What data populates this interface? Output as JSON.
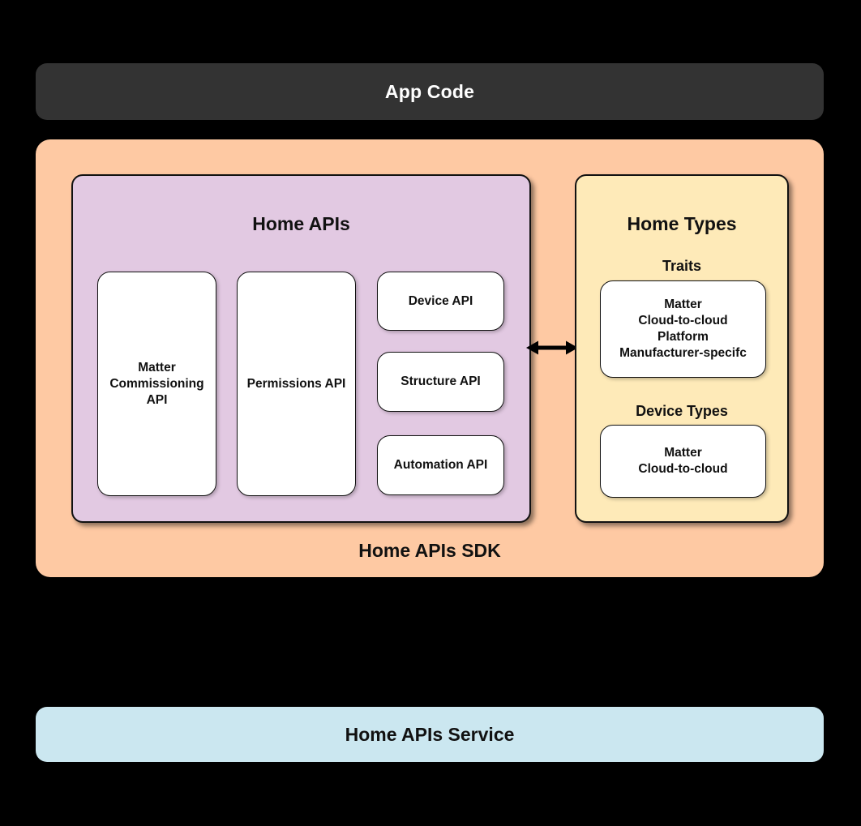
{
  "colors": {
    "background": "#000000",
    "app_code_bar": "#333333",
    "sdk_container": "#fec9a3",
    "home_apis_box": "#e2c9e2",
    "home_types_box": "#feeab8",
    "service_bar": "#cbe7f0",
    "card": "#ffffff",
    "arrow": "#000000"
  },
  "app_code": {
    "label": "App Code"
  },
  "sdk": {
    "label": "Home APIs SDK",
    "home_apis": {
      "title": "Home APIs",
      "cards": {
        "matter_commissioning": "Matter\nCommissioning\nAPI",
        "permissions": "Permissions API",
        "device": "Device API",
        "structure": "Structure API",
        "automation": "Automation API"
      }
    },
    "home_types": {
      "title": "Home Types",
      "traits": {
        "heading": "Traits",
        "items": "Matter\nCloud-to-cloud\nPlatform\nManufacturer-specifc"
      },
      "device_types": {
        "heading": "Device Types",
        "items": "Matter\nCloud-to-cloud"
      }
    }
  },
  "service": {
    "label": "Home APIs Service"
  }
}
